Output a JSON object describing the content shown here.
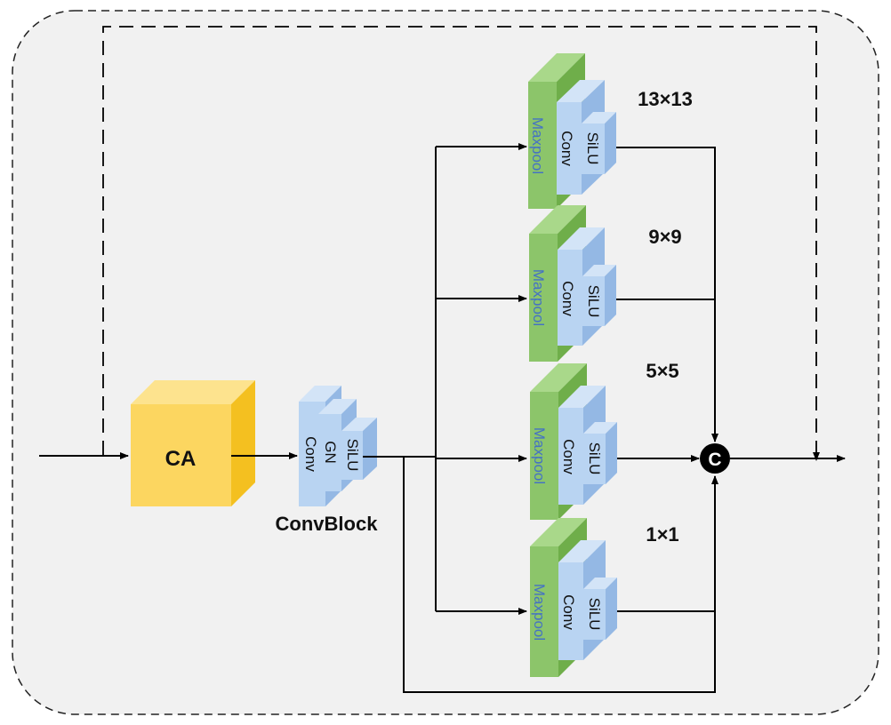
{
  "colors": {
    "background_panel": "#f1f1f1",
    "outline_dashed": "#222222",
    "ca_front": "#fcd660",
    "ca_top": "#fde38e",
    "ca_side": "#f4c020",
    "green_front": "#8cc56a",
    "green_top": "#a9d88a",
    "green_side": "#6fae4a",
    "blue_front": "#b9d4f2",
    "blue_top": "#d3e4f7",
    "blue_side": "#94b8e4",
    "blue_text": "#4472c4",
    "line": "#000000"
  },
  "ca_block": {
    "label": "CA"
  },
  "conv_block": {
    "caption": "ConvBlock",
    "layers": [
      "Conv",
      "GN",
      "SiLU"
    ]
  },
  "branches": [
    {
      "kernel": "13×13",
      "layers": [
        "Maxpool",
        "Conv",
        "SiLU"
      ]
    },
    {
      "kernel": "9×9",
      "layers": [
        "Maxpool",
        "Conv",
        "SiLU"
      ]
    },
    {
      "kernel": "5×5",
      "layers": [
        "Maxpool",
        "Conv",
        "SiLU"
      ]
    },
    {
      "kernel": "1×1",
      "layers": [
        "Maxpool",
        "Conv",
        "SiLU"
      ]
    }
  ],
  "concat_node": {
    "symbol": "C"
  }
}
